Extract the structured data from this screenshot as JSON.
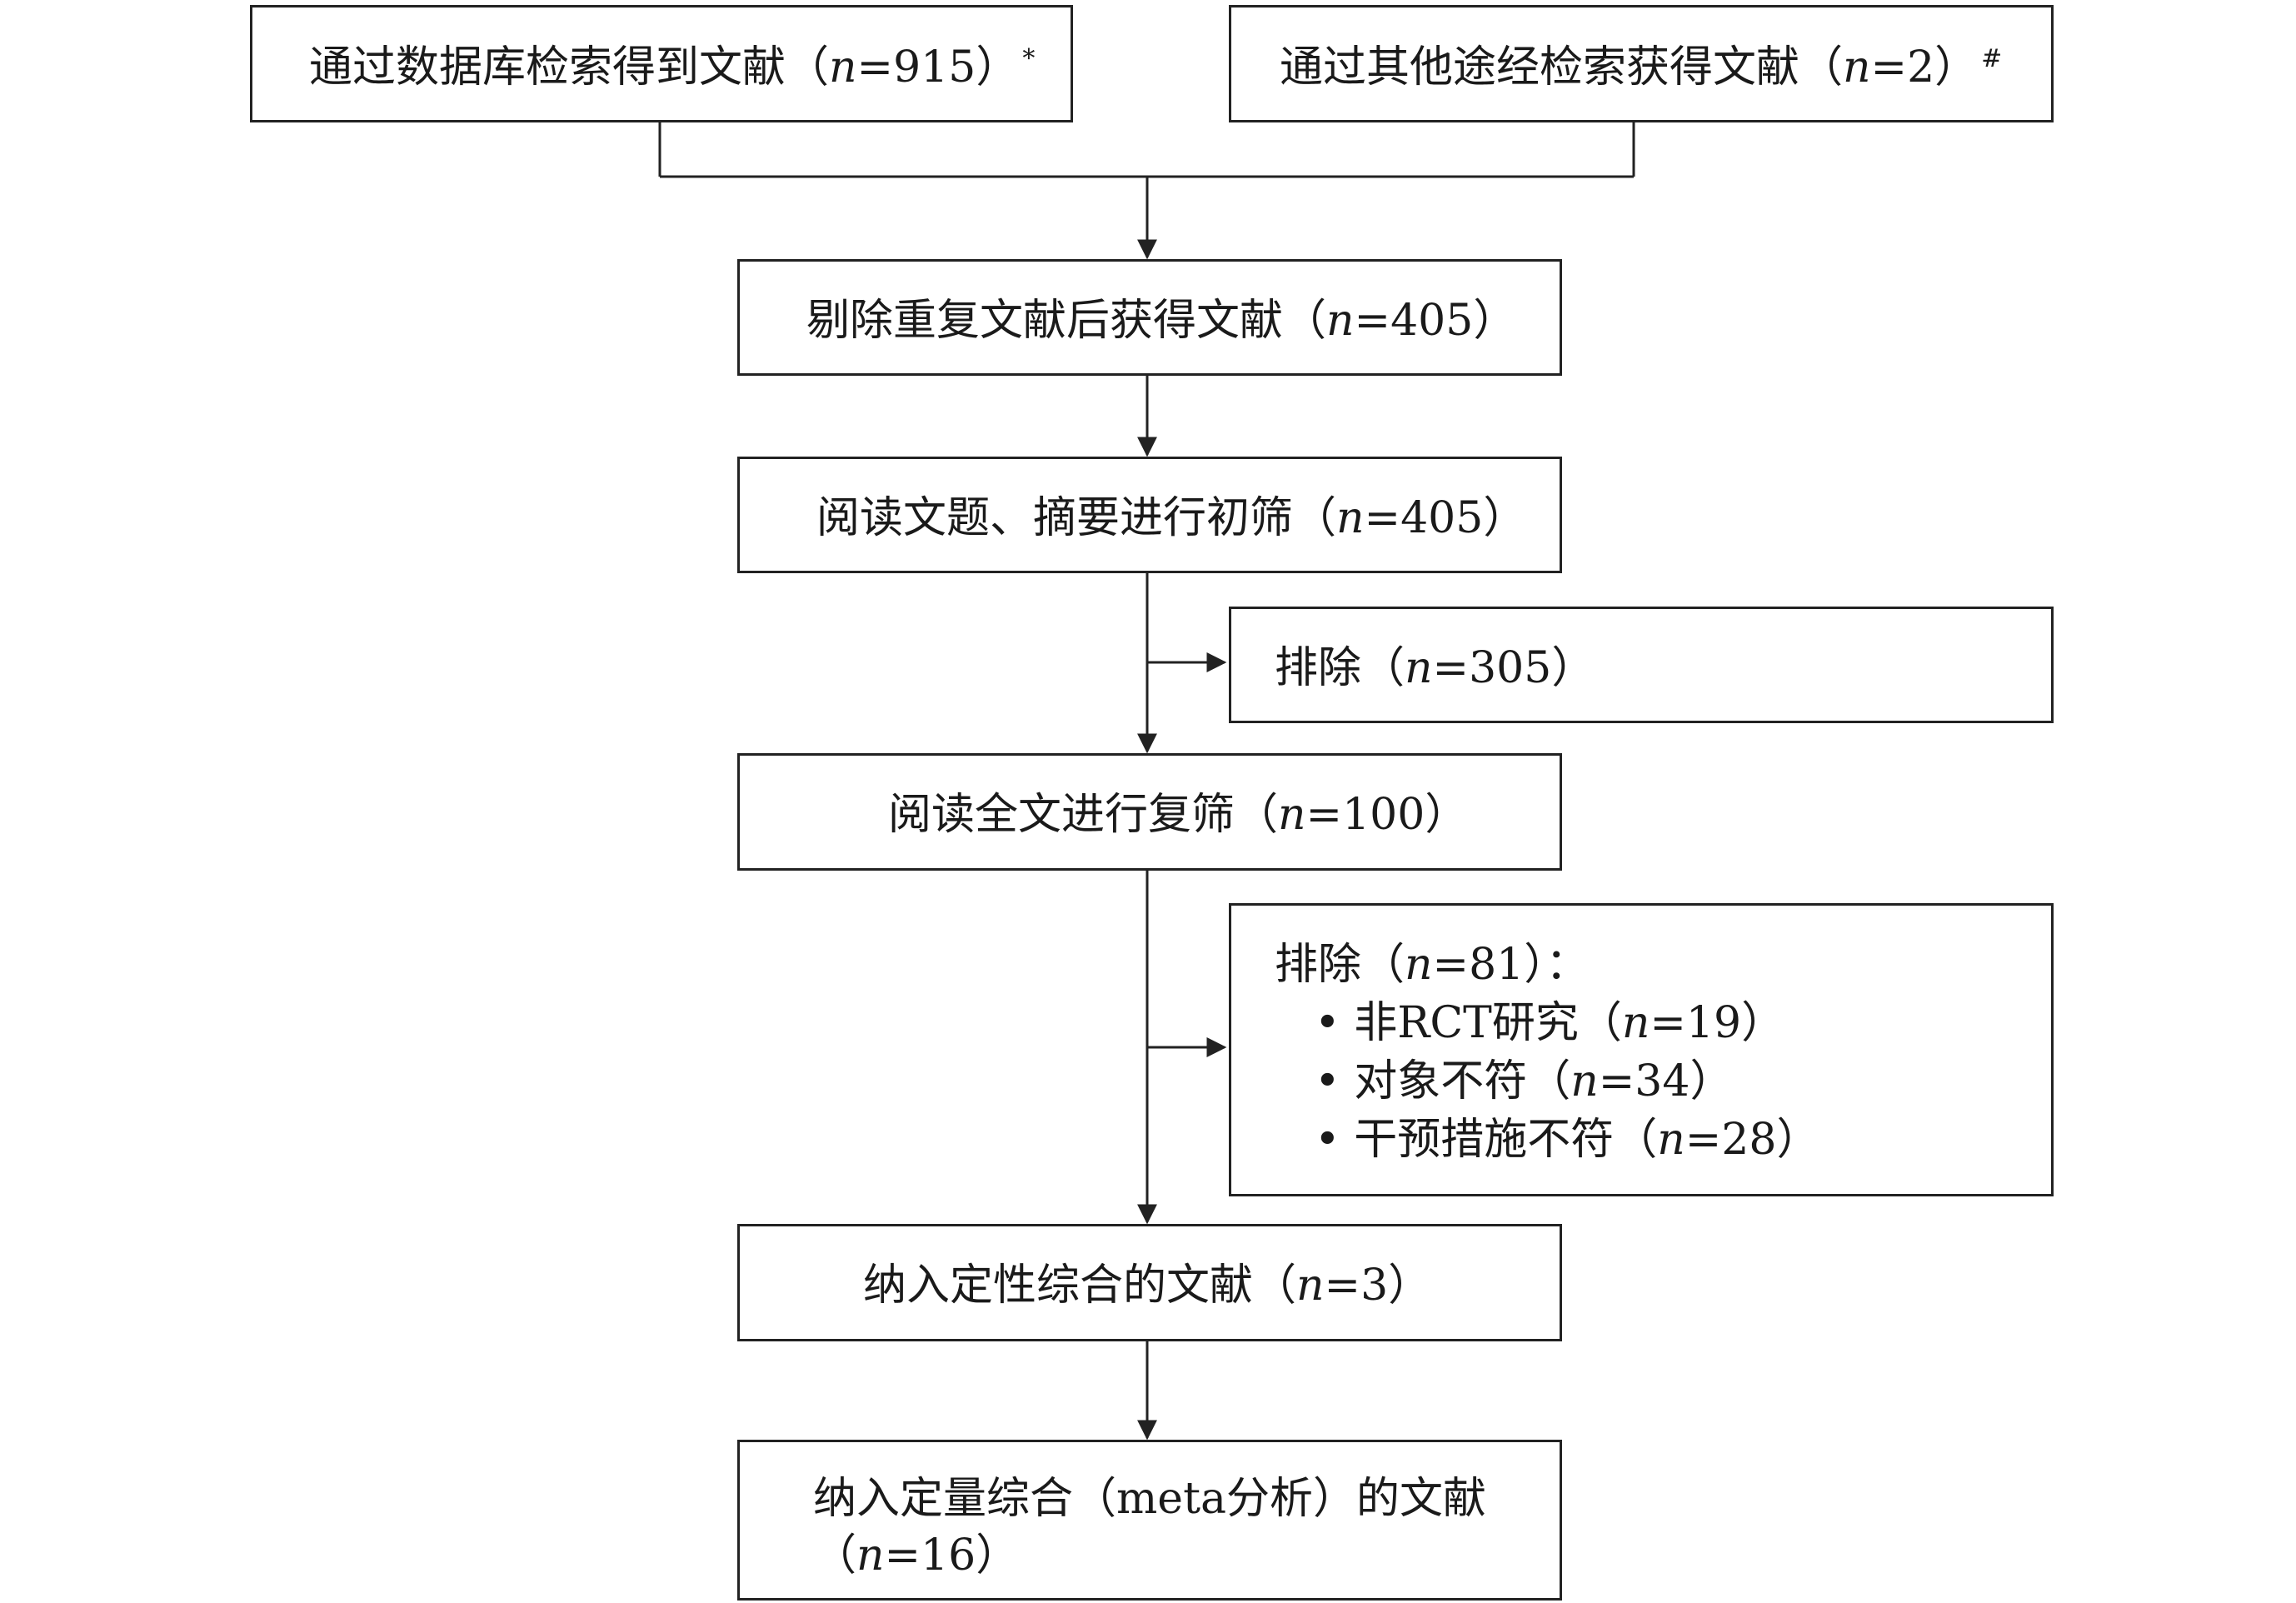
{
  "nodes": {
    "database_search": {
      "prefix": "通过数据库检索得到文献（",
      "n_label": "n",
      "suffix": "=915）",
      "sup": "*"
    },
    "other_search": {
      "prefix": "通过其他途经检索获得文献（",
      "n_label": "n",
      "suffix": "=2）",
      "sup": "#"
    },
    "after_dedup": {
      "prefix": "剔除重复文献后获得文献（",
      "n_label": "n",
      "suffix": "=405）"
    },
    "title_abstract": {
      "prefix": "阅读文题、摘要进行初筛（",
      "n_label": "n",
      "suffix": "=405）"
    },
    "excluded_1": {
      "prefix": "排除（",
      "n_label": "n",
      "suffix": "=305）"
    },
    "full_text": {
      "prefix": "阅读全文进行复筛（",
      "n_label": "n",
      "suffix": "=100）"
    },
    "excluded_2": {
      "header": {
        "prefix": "排除（",
        "n_label": "n",
        "suffix": "=81）："
      },
      "items": [
        {
          "bullet": "•",
          "prefix": "非RCT研究（",
          "n_label": "n",
          "suffix": "=19）"
        },
        {
          "bullet": "•",
          "prefix": "对象不符（",
          "n_label": "n",
          "suffix": "=34）"
        },
        {
          "bullet": "•",
          "prefix": "干预措施不符（",
          "n_label": "n",
          "suffix": "=28）"
        }
      ]
    },
    "qualitative": {
      "prefix": "纳入定性综合的文献（",
      "n_label": "n",
      "suffix": "=3）"
    },
    "quantitative": {
      "line1": "纳入定量综合（meta分析）的文献",
      "line2": {
        "prefix": "（",
        "n_label": "n",
        "suffix": "=16）"
      }
    }
  }
}
